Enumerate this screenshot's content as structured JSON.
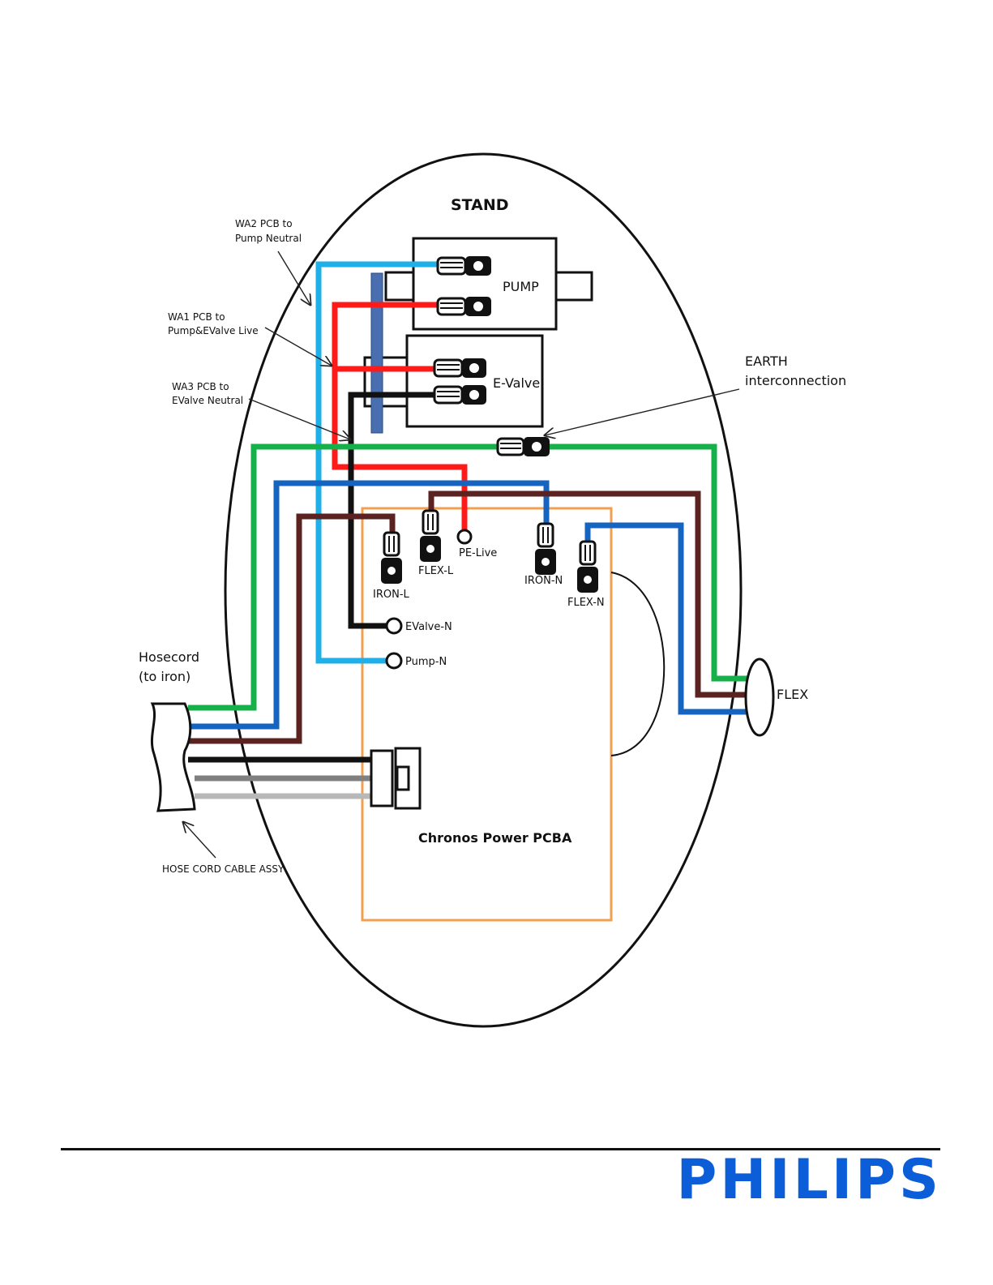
{
  "labels": {
    "stand": "STAND",
    "pump": "PUMP",
    "evalve": "E-Valve",
    "earth_line1": "EARTH",
    "earth_line2": "interconnection",
    "wa2_line1": "WA2 PCB to",
    "wa2_line2": "Pump Neutral",
    "wa1_line1": "WA1 PCB to",
    "wa1_line2": "Pump&EValve Live",
    "wa3_line1": "WA3 PCB to",
    "wa3_line2": "EValve Neutral",
    "hosecord_line1": "Hosecord",
    "hosecord_line2": "(to iron)",
    "hose_assy": "HOSE CORD CABLE ASSY",
    "pcba": "Chronos Power PCBA",
    "flex": "FLEX",
    "iron_l": "IRON-L",
    "flex_l": "FLEX-L",
    "pe_live": "PE-Live",
    "iron_n": "IRON-N",
    "flex_n": "FLEX-N",
    "evalve_n": "EValve-N",
    "pump_n": "Pump-N"
  },
  "brand": {
    "logo": "PHILIPS",
    "color": "#0b5ed7"
  },
  "wire_colors": {
    "pump_neutral": "#1fb0ea",
    "live": "#ff1a1a",
    "evalve_neutral": "#111111",
    "earth": "#16b04a",
    "iron_neutral": "#1565c0",
    "iron_live": "#5b2222",
    "pcba_outline": "#f0a050",
    "divider": "#4a6fb0"
  }
}
